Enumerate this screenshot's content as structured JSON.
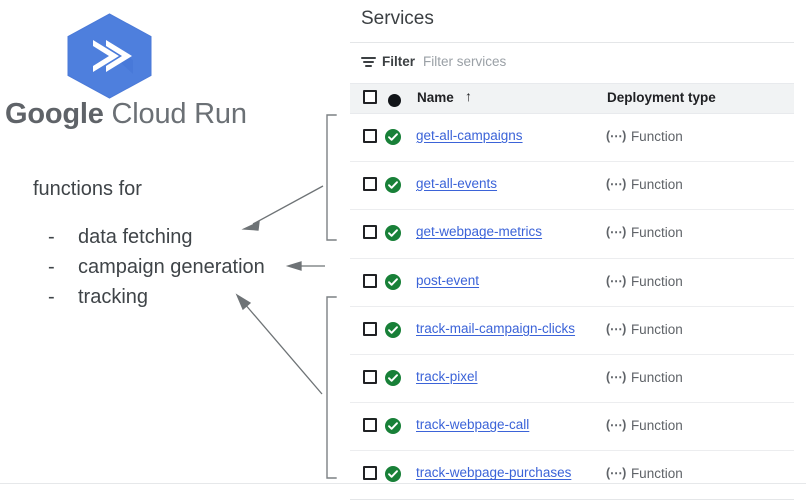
{
  "brand": {
    "logo_icon": "cloud-run-hexagon-logo",
    "wordmark_bold": "Google",
    "wordmark_light": "Cloud Run",
    "logo_color": "#4e7fdd"
  },
  "annotation": {
    "heading": "functions for",
    "items": [
      {
        "dash": "-",
        "label": "data fetching"
      },
      {
        "dash": "-",
        "label": "campaign generation"
      },
      {
        "dash": "-",
        "label": "tracking"
      }
    ],
    "line_color": "#5f6368"
  },
  "services": {
    "title": "Services",
    "filter": {
      "icon": "filter-icon",
      "label": "Filter",
      "placeholder": "Filter services",
      "value": ""
    },
    "table": {
      "columns": {
        "select_all": "",
        "status": "status-dot",
        "name": "Name",
        "sort_indicator": "↑",
        "deployment_type": "Deployment type"
      },
      "rows": [
        {
          "checked": false,
          "status": "ok",
          "status_icon": "check-circle-icon",
          "name": "get-all-campaigns",
          "deployment_icon": "function-icon",
          "deployment_type": "Function"
        },
        {
          "checked": false,
          "status": "ok",
          "status_icon": "check-circle-icon",
          "name": "get-all-events",
          "deployment_icon": "function-icon",
          "deployment_type": "Function"
        },
        {
          "checked": false,
          "status": "ok",
          "status_icon": "check-circle-icon",
          "name": "get-webpage-metrics",
          "deployment_icon": "function-icon",
          "deployment_type": "Function"
        },
        {
          "checked": false,
          "status": "ok",
          "status_icon": "check-circle-icon",
          "name": "post-event",
          "deployment_icon": "function-icon",
          "deployment_type": "Function"
        },
        {
          "checked": false,
          "status": "ok",
          "status_icon": "check-circle-icon",
          "name": "track-mail-campaign-clicks",
          "deployment_icon": "function-icon",
          "deployment_type": "Function"
        },
        {
          "checked": false,
          "status": "ok",
          "status_icon": "check-circle-icon",
          "name": "track-pixel",
          "deployment_icon": "function-icon",
          "deployment_type": "Function"
        },
        {
          "checked": false,
          "status": "ok",
          "status_icon": "check-circle-icon",
          "name": "track-webpage-call",
          "deployment_icon": "function-icon",
          "deployment_type": "Function"
        },
        {
          "checked": false,
          "status": "ok",
          "status_icon": "check-circle-icon",
          "name": "track-webpage-purchases",
          "deployment_icon": "function-icon",
          "deployment_type": "Function"
        }
      ]
    },
    "colors": {
      "link": "#3b63d8",
      "status_ok": "#188038",
      "header_bg": "#f1f3f4",
      "muted_text": "#5f6368"
    }
  }
}
